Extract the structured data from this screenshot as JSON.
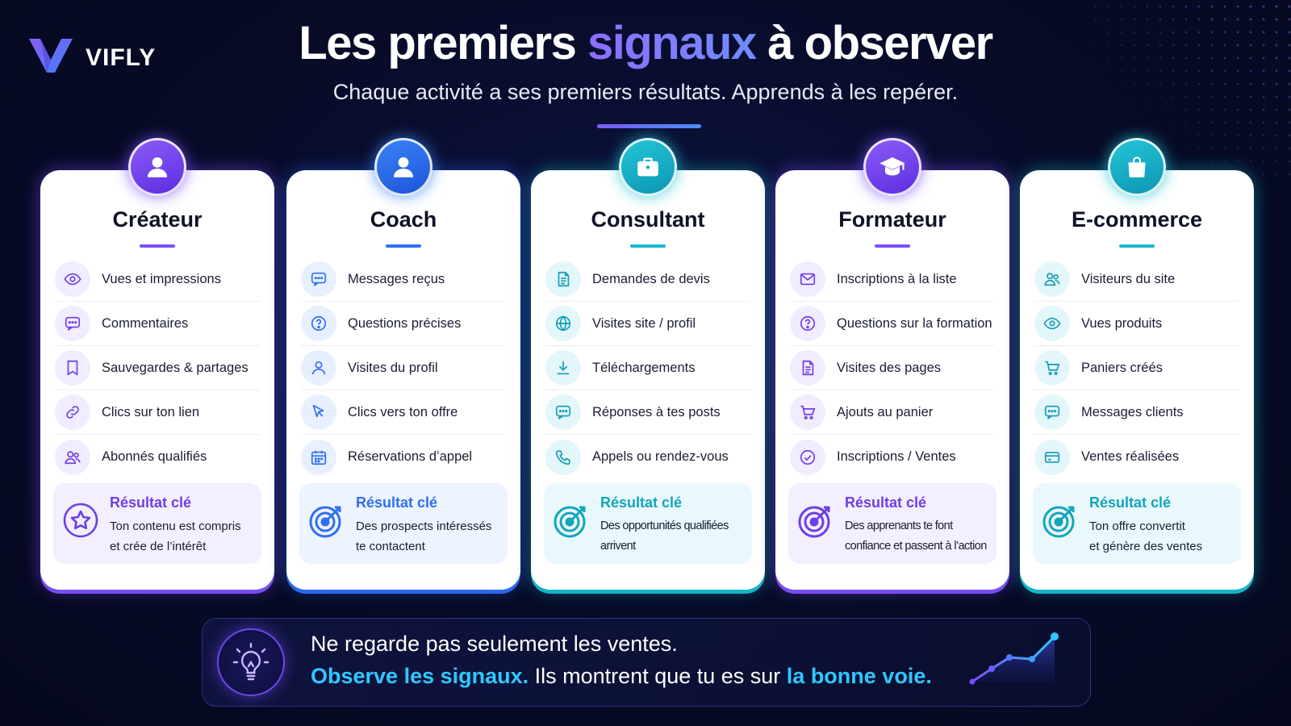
{
  "brand": {
    "name": "VIFLY"
  },
  "header": {
    "title_part1": "Les premiers ",
    "title_accent": "signaux",
    "title_part2": " à observer",
    "subtitle": "Chaque activité a ses premiers résultats. Apprends à les repérer."
  },
  "colors": {
    "purple": "#7c4dff",
    "blue": "#2f6ff0",
    "teal": "#19b8cc",
    "background": "#070b26",
    "cyan": "#2fc8ff"
  },
  "cards": [
    {
      "title": "Créateur",
      "badge_icon": "user-icon",
      "items": [
        {
          "icon": "eye-icon",
          "label": "Vues et impressions"
        },
        {
          "icon": "comment-icon",
          "label": "Commentaires"
        },
        {
          "icon": "bookmark-icon",
          "label": "Sauvegardes & partages"
        },
        {
          "icon": "link-icon",
          "label": "Clics sur ton lien"
        },
        {
          "icon": "users-icon",
          "label": "Abonnés qualifiés"
        }
      ],
      "result": {
        "icon": "star-badge-icon",
        "title": "Résultat clé",
        "line1": "Ton contenu est compris",
        "line2": "et crée de l’intérêt"
      }
    },
    {
      "title": "Coach",
      "badge_icon": "user-icon",
      "items": [
        {
          "icon": "message-icon",
          "label": "Messages reçus"
        },
        {
          "icon": "question-icon",
          "label": "Questions précises"
        },
        {
          "icon": "user-icon",
          "label": "Visites du profil"
        },
        {
          "icon": "cursor-icon",
          "label": "Clics vers ton offre"
        },
        {
          "icon": "calendar-icon",
          "label": "Réservations d’appel"
        }
      ],
      "result": {
        "icon": "target-icon",
        "title": "Résultat clé",
        "line1": "Des prospects intéressés",
        "line2": "te contactent"
      }
    },
    {
      "title": "Consultant",
      "badge_icon": "briefcase-icon",
      "items": [
        {
          "icon": "document-icon",
          "label": "Demandes de devis"
        },
        {
          "icon": "globe-icon",
          "label": "Visites site / profil"
        },
        {
          "icon": "download-icon",
          "label": "Téléchargements"
        },
        {
          "icon": "comment-icon",
          "label": "Réponses à tes posts"
        },
        {
          "icon": "phone-icon",
          "label": "Appels ou rendez-vous"
        }
      ],
      "result": {
        "icon": "target-icon",
        "title": "Résultat clé",
        "line1": "Des opportunités qualifiées",
        "line2": "arrivent"
      }
    },
    {
      "title": "Formateur",
      "badge_icon": "graduation-cap-icon",
      "items": [
        {
          "icon": "mail-icon",
          "label": "Inscriptions à la liste"
        },
        {
          "icon": "question-icon",
          "label": "Questions sur la formation"
        },
        {
          "icon": "document-icon",
          "label": "Visites des pages"
        },
        {
          "icon": "cart-icon",
          "label": "Ajouts au panier"
        },
        {
          "icon": "check-circle-icon",
          "label": "Inscriptions / Ventes"
        }
      ],
      "result": {
        "icon": "target-icon",
        "title": "Résultat clé",
        "line1": "Des apprenants te font",
        "line2": "confiance et passent à l’action"
      }
    },
    {
      "title": "E-commerce",
      "badge_icon": "shopping-bag-icon",
      "items": [
        {
          "icon": "users-icon",
          "label": "Visiteurs du site"
        },
        {
          "icon": "eye-icon",
          "label": "Vues produits"
        },
        {
          "icon": "cart-icon",
          "label": "Paniers créés"
        },
        {
          "icon": "comment-icon",
          "label": "Messages clients"
        },
        {
          "icon": "credit-card-icon",
          "label": "Ventes réalisées"
        }
      ],
      "result": {
        "icon": "target-icon",
        "title": "Résultat clé",
        "line1": "Ton offre convertit",
        "line2": "et génère des ventes"
      }
    }
  ],
  "banner": {
    "icon": "lightbulb-icon",
    "line1": "Ne regarde pas seulement les ventes.",
    "line2_highlight": "Observe les signaux.",
    "line2_middle": " Ils montrent que tu es sur ",
    "line2_end": "la bonne voie.",
    "trend_icon": "trend-chart-icon"
  }
}
